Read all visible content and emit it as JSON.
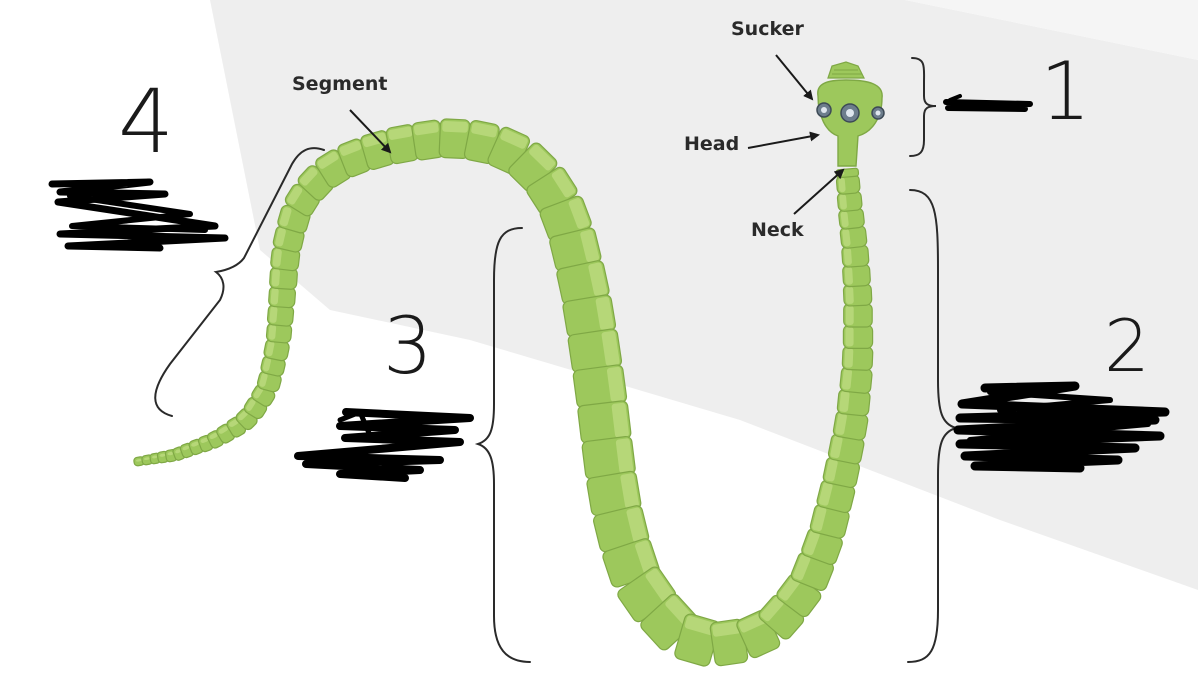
{
  "labels": {
    "sucker": "Sucker",
    "segment": "Segment",
    "head": "Head",
    "neck": "Neck"
  },
  "numbers": {
    "one": "1",
    "two": "2",
    "three": "3",
    "four": "4"
  },
  "colors": {
    "worm_fill": "#9dc85c",
    "worm_light": "#c0dd84",
    "worm_stroke": "#7fa845",
    "bracket": "#2a2a2a",
    "scribble": "#000000",
    "background_shape": "#eeeeee"
  }
}
